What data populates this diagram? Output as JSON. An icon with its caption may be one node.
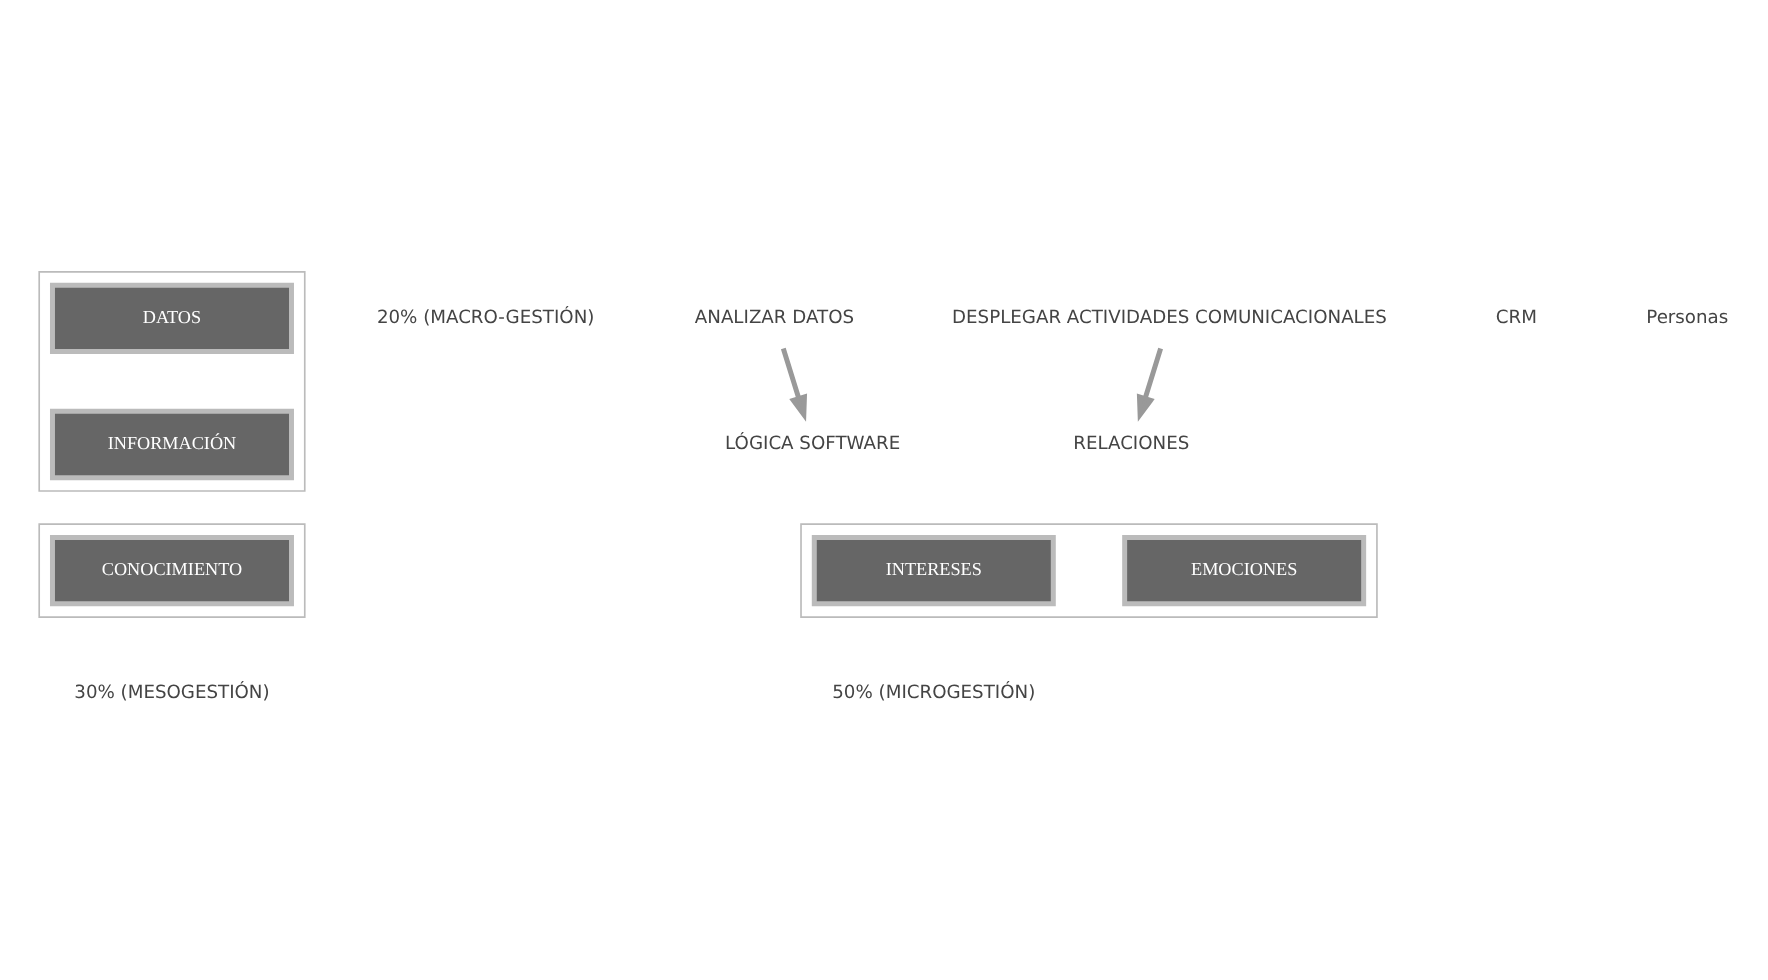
{
  "diagram": {
    "nodes": [
      {
        "text": [],
        "shape": "box"
      },
      {
        "text": [
          "DATOS"
        ],
        "in": 0
      },
      {
        "text": [
          "INFORMACIÓN"
        ],
        "in": 0
      },
      {
        "text": [
          "ANALIZAR DATOS"
        ]
      },
      {
        "text": [
          "LÓGICA SOFTWARE"
        ]
      },
      {
        "text": [
          "DESPLEGAR ACTIVIDADES COMUNICACIONALES"
        ]
      },
      {
        "text": [
          "RELACIONES"
        ]
      },
      {
        "text": [],
        "shape": "box"
      },
      {
        "text": [
          "CONOCIMIENTO"
        ],
        "in": 7
      },
      {
        "text": [],
        "shape": "box"
      },
      {
        "text": [
          "INTERESES"
        ],
        "in": 9
      },
      {
        "text": [
          "EMOCIONES"
        ],
        "in": 9
      }
    ],
    "edges": [
      {
        "from": 3,
        "to": 4,
        "arrow": "to"
      },
      {
        "from": 5,
        "to": 6,
        "arrow": "to"
      }
    ],
    "labels": [
      "CRM",
      "Personas",
      "20% (MACRO-GESTIÓN)",
      "30% (MESOGESTIÓN)",
      "50% (MICROGESTIÓN)"
    ]
  }
}
